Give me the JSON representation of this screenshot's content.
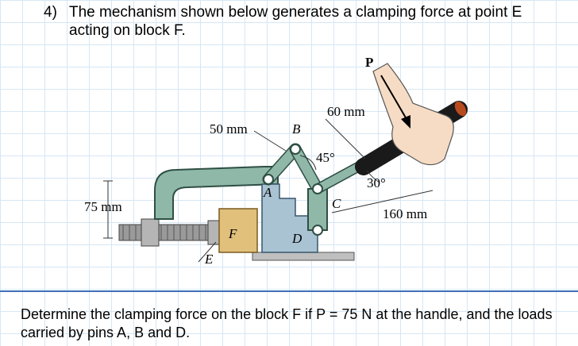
{
  "problem": {
    "number": "4)",
    "text": "The mechanism shown below generates a clamping force at point E acting on block F."
  },
  "figure": {
    "labels": {
      "P": "P",
      "dim_60": "60 mm",
      "dim_50": "50 mm",
      "B": "B",
      "angle_45": "45°",
      "angle_30": "30°",
      "A": "A",
      "C": "C",
      "D": "D",
      "dim_75": "75 mm",
      "dim_160": "160 mm",
      "F": "F",
      "E": "E"
    },
    "colors": {
      "clamp_frame": "#8fb8a8",
      "frame_outline": "#2f4f44",
      "base_block": "#a9c3d3",
      "wood_block": "#e0c07a",
      "handle_grip": "#1a1a1a",
      "grip_tip": "#b84a1f",
      "hand": "#f6dcc4",
      "screw": "#9a9a9a"
    }
  },
  "question": {
    "text": "Determine the clamping force on the block F if P = 75 N at the handle, and the loads carried by pins A, B and D."
  }
}
